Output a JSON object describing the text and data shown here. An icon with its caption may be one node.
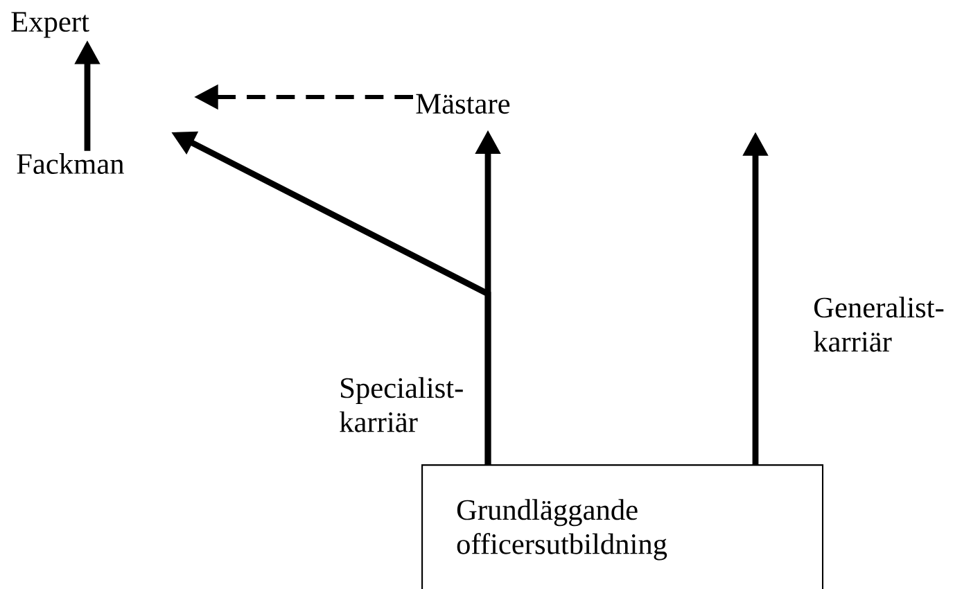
{
  "diagram": {
    "nodes": [
      {
        "text": [
          "Expert"
        ]
      },
      {
        "text": [
          "Fackman"
        ]
      },
      {
        "text": [
          "Mästare"
        ]
      },
      {
        "text": [
          "Grundläggande officersutbildning"
        ]
      }
    ],
    "edges": [
      {
        "from": 1,
        "to": 0,
        "arrow": "to"
      },
      {
        "from": 3,
        "to": 2,
        "arrow": "to",
        "label": "Specialist- karriär"
      },
      {
        "from": 3,
        "to": 1,
        "arrow": "to"
      },
      {
        "from": 2,
        "to": null,
        "arrow": "to",
        "style": "dashed"
      },
      {
        "from": 3,
        "to": null,
        "arrow": "to",
        "label": "Generalist- karriär"
      }
    ]
  }
}
